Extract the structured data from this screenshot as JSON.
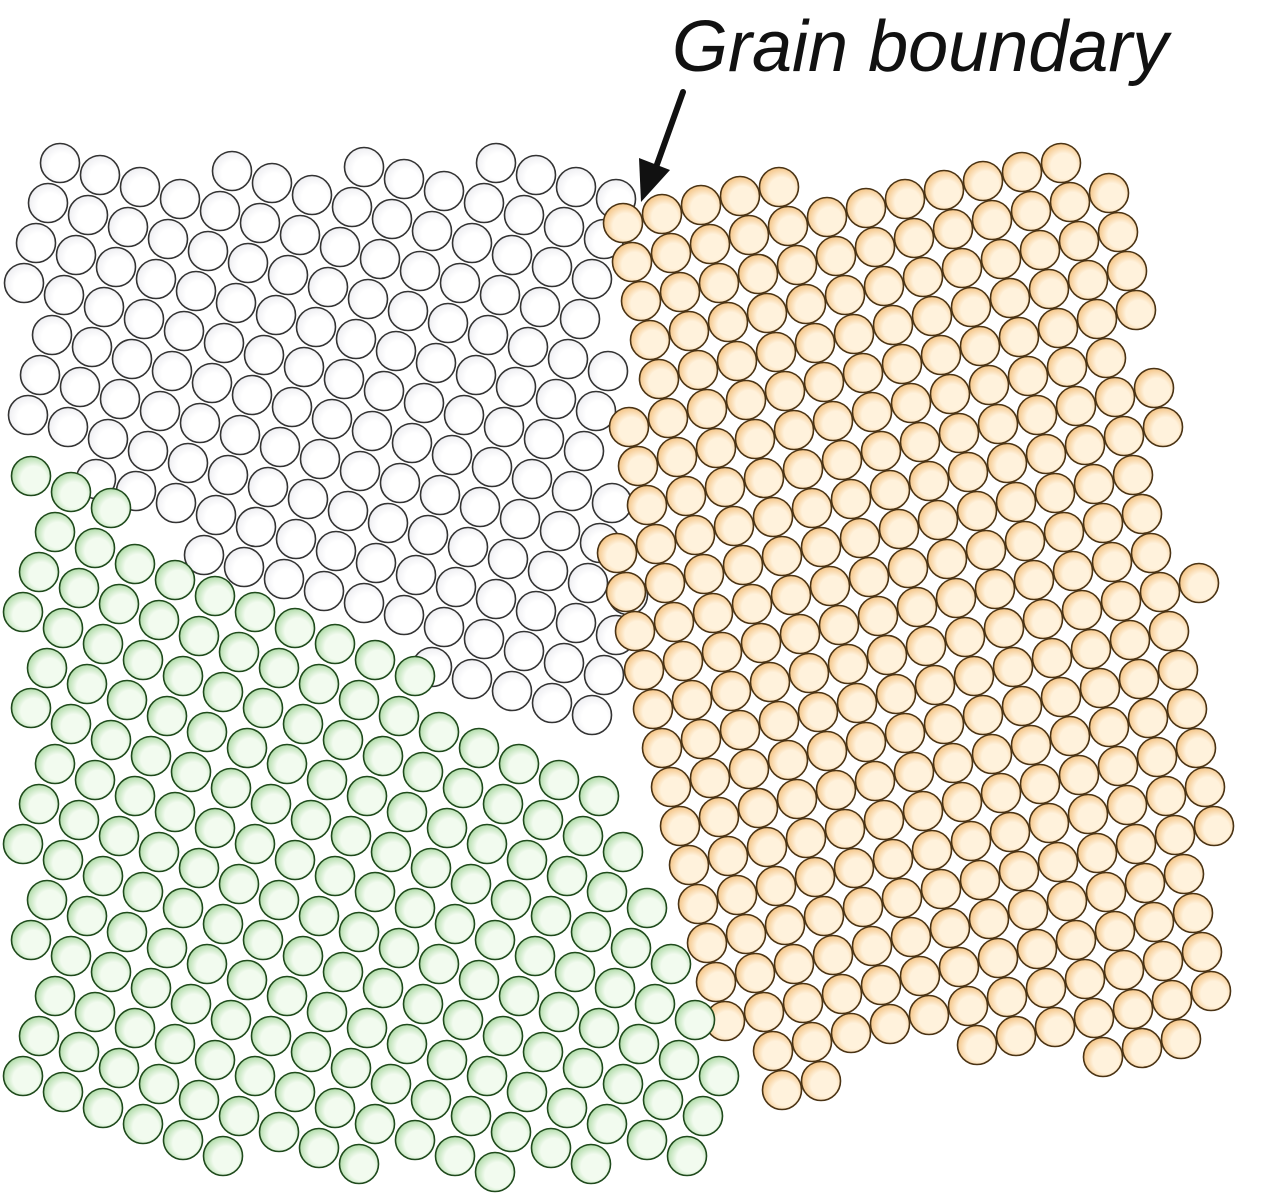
{
  "caption": "Grain boundary",
  "grains": [
    {
      "name": "grain-gray",
      "fill": "#ececf0",
      "highlight": "#ffffff",
      "stroke": "#333333"
    },
    {
      "name": "grain-orange",
      "fill": "#f3be7a",
      "highlight": "#fff2dc",
      "stroke": "#4a3314"
    },
    {
      "name": "grain-green",
      "fill": "#a8d8a0",
      "highlight": "#f2fbef",
      "stroke": "#1f4a1c"
    }
  ]
}
